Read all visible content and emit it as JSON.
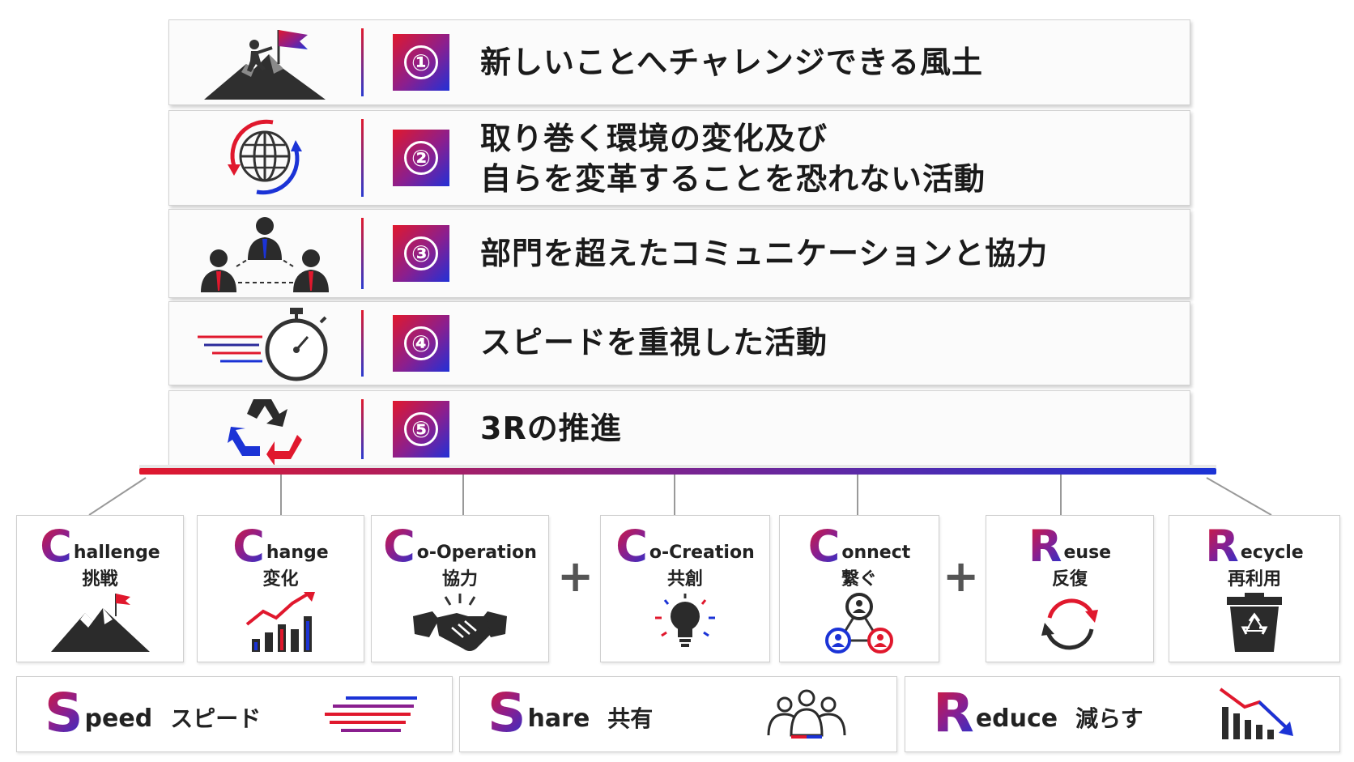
{
  "rows": [
    {
      "num": "①",
      "text": "新しいことへチャレンジできる風土",
      "icon": "mountain-flag-icon"
    },
    {
      "num": "②",
      "text_line1": "取り巻く環境の変化及び",
      "text_line2": "自らを変革することを恐れない活動",
      "icon": "globe-cycle-icon"
    },
    {
      "num": "③",
      "text": "部門を超えたコミュニケーションと協力",
      "icon": "team-network-icon"
    },
    {
      "num": "④",
      "text": "スピードを重視した活動",
      "icon": "stopwatch-speed-icon"
    },
    {
      "num": "⑤",
      "text": "3Rの推進",
      "icon": "recycle-icon"
    }
  ],
  "cards": [
    {
      "letter": "C",
      "rest": "hallenge",
      "jp": "挑戦",
      "icon": "mountain-flag-icon"
    },
    {
      "letter": "C",
      "rest": "hange",
      "jp": "変化",
      "icon": "growth-chart-icon"
    },
    {
      "letter": "C",
      "rest": "o-Operation",
      "jp": "協力",
      "icon": "handshake-icon"
    },
    {
      "letter": "C",
      "rest": "o-Creation",
      "jp": "共創",
      "icon": "lightbulb-icon"
    },
    {
      "letter": "C",
      "rest": "onnect",
      "jp": "繋ぐ",
      "icon": "connect-people-icon"
    },
    {
      "letter": "R",
      "rest": "euse",
      "jp": "反復",
      "icon": "cycle-arrows-icon"
    },
    {
      "letter": "R",
      "rest": "ecycle",
      "jp": "再利用",
      "icon": "recycle-bin-icon"
    }
  ],
  "plus_sign": "+",
  "bottom": [
    {
      "letter": "S",
      "rest": "peed",
      "jp": "スピード",
      "icon": "speed-lines-icon"
    },
    {
      "letter": "S",
      "rest": "hare",
      "jp": "共有",
      "icon": "people-group-icon"
    },
    {
      "letter": "R",
      "rest": "educe",
      "jp": "減らす",
      "icon": "decline-chart-icon"
    }
  ],
  "colors": {
    "red": "#e0182d",
    "purple": "#8a1f8f",
    "blue": "#1b33d6",
    "dark": "#2b2b2b"
  }
}
